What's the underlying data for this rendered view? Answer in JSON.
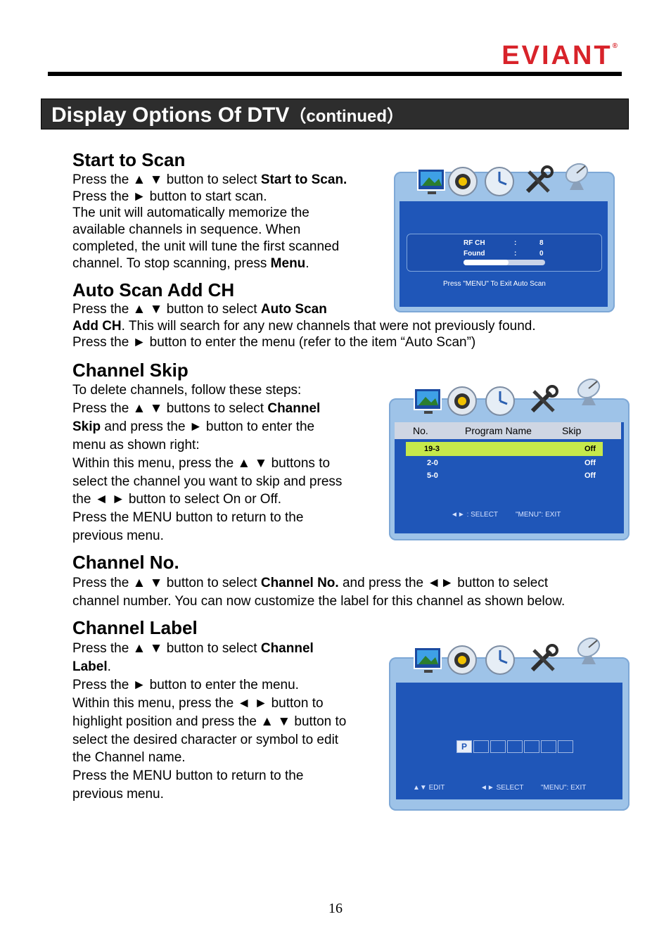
{
  "header": {
    "logo_text": "EVIANT",
    "logo_mark": "®",
    "title": "Display Options Of DTV",
    "title_suffix": "（continued）"
  },
  "sections": {
    "start_scan": {
      "heading": "Start to Scan",
      "line1_a": "Press the ▲ ▼ button to select ",
      "line1_b": "Start to Scan.",
      "line2": "Press the ► button to start scan.",
      "line3": "The unit will automatically memorize the",
      "line4": "available channels in sequence. When",
      "line5": "completed, the unit will tune the first scanned",
      "line6_a": "channel. To stop scanning, press ",
      "line6_b": "Menu",
      "line6_c": "."
    },
    "auto_scan_add": {
      "heading": "Auto Scan Add CH",
      "line1_a": "Press the ▲ ▼ button to select ",
      "line1_b": "Auto Scan",
      "line2_a": "Add CH",
      "line2_b": ". This will search for any new channels that were not previously found.",
      "line3": "Press the ► button to enter the menu (refer to the item “Auto Scan”)"
    },
    "channel_skip": {
      "heading": "Channel Skip",
      "line1": "To delete channels, follow these steps:",
      "line2_a": "Press the ▲ ▼ buttons to select ",
      "line2_b": "Channel",
      "line3_a": "Skip",
      "line3_b": " and press the ► button to enter the",
      "line4": "menu as shown right:",
      "line5": "Within this menu, press the ▲ ▼ buttons to",
      "line6": "select the channel you want to skip and press",
      "line7": "the ◄ ► button to select On or Off.",
      "line8": "Press the MENU button to return to the",
      "line9": "previous menu."
    },
    "channel_no": {
      "heading": "Channel No.",
      "line1_a": "Press the ▲ ▼ button to select ",
      "line1_b": "Channel No.",
      "line1_c": " and press the ◄► button to select",
      "line2": "channel number. You can now customize the label for this channel as shown below."
    },
    "channel_label": {
      "heading": "Channel Label",
      "line1_a": "Press the ▲ ▼ button to select ",
      "line1_b": "Channel",
      "line2_a": "Label",
      "line2_b": ".",
      "line3": "Press the ► button to enter the menu.",
      "line4": "Within this menu, press the ◄ ► button to",
      "line5": "highlight position and press the ▲ ▼ button to",
      "line6": "select the desired character or symbol to edit",
      "line7": "the Channel name.",
      "line8": "Press the MENU button to return to the",
      "line9": "previous menu."
    }
  },
  "screens": {
    "scan": {
      "rf_label": "RF CH",
      "rf_sep": ":",
      "rf_value": "8",
      "found_label": "Found",
      "found_sep": ":",
      "found_value": "0",
      "progress_fraction": 0.55,
      "footer": "Press \"MENU\" To Exit Auto Scan"
    },
    "skip": {
      "col_no": "No.",
      "col_name": "Program Name",
      "col_skip": "Skip",
      "rows": [
        {
          "no": "19-3",
          "skip": "Off"
        },
        {
          "no": "2-0",
          "skip": "Off"
        },
        {
          "no": "5-0",
          "skip": "Off"
        }
      ],
      "footer_select": "◄► : SELECT",
      "footer_exit": "\"MENU\": EXIT"
    },
    "label": {
      "first_char": "P",
      "footer_edit": "▲▼ EDIT",
      "footer_select": "◄► SELECT",
      "footer_exit": "\"MENU\": EXIT"
    }
  },
  "colors": {
    "logo": "#d8232a",
    "banner": "#2d2d2d",
    "screen": "#1f56b8",
    "frame": "#9ec3e8",
    "highlight": "#c6e84b"
  },
  "footer": {
    "page_number": "16"
  }
}
